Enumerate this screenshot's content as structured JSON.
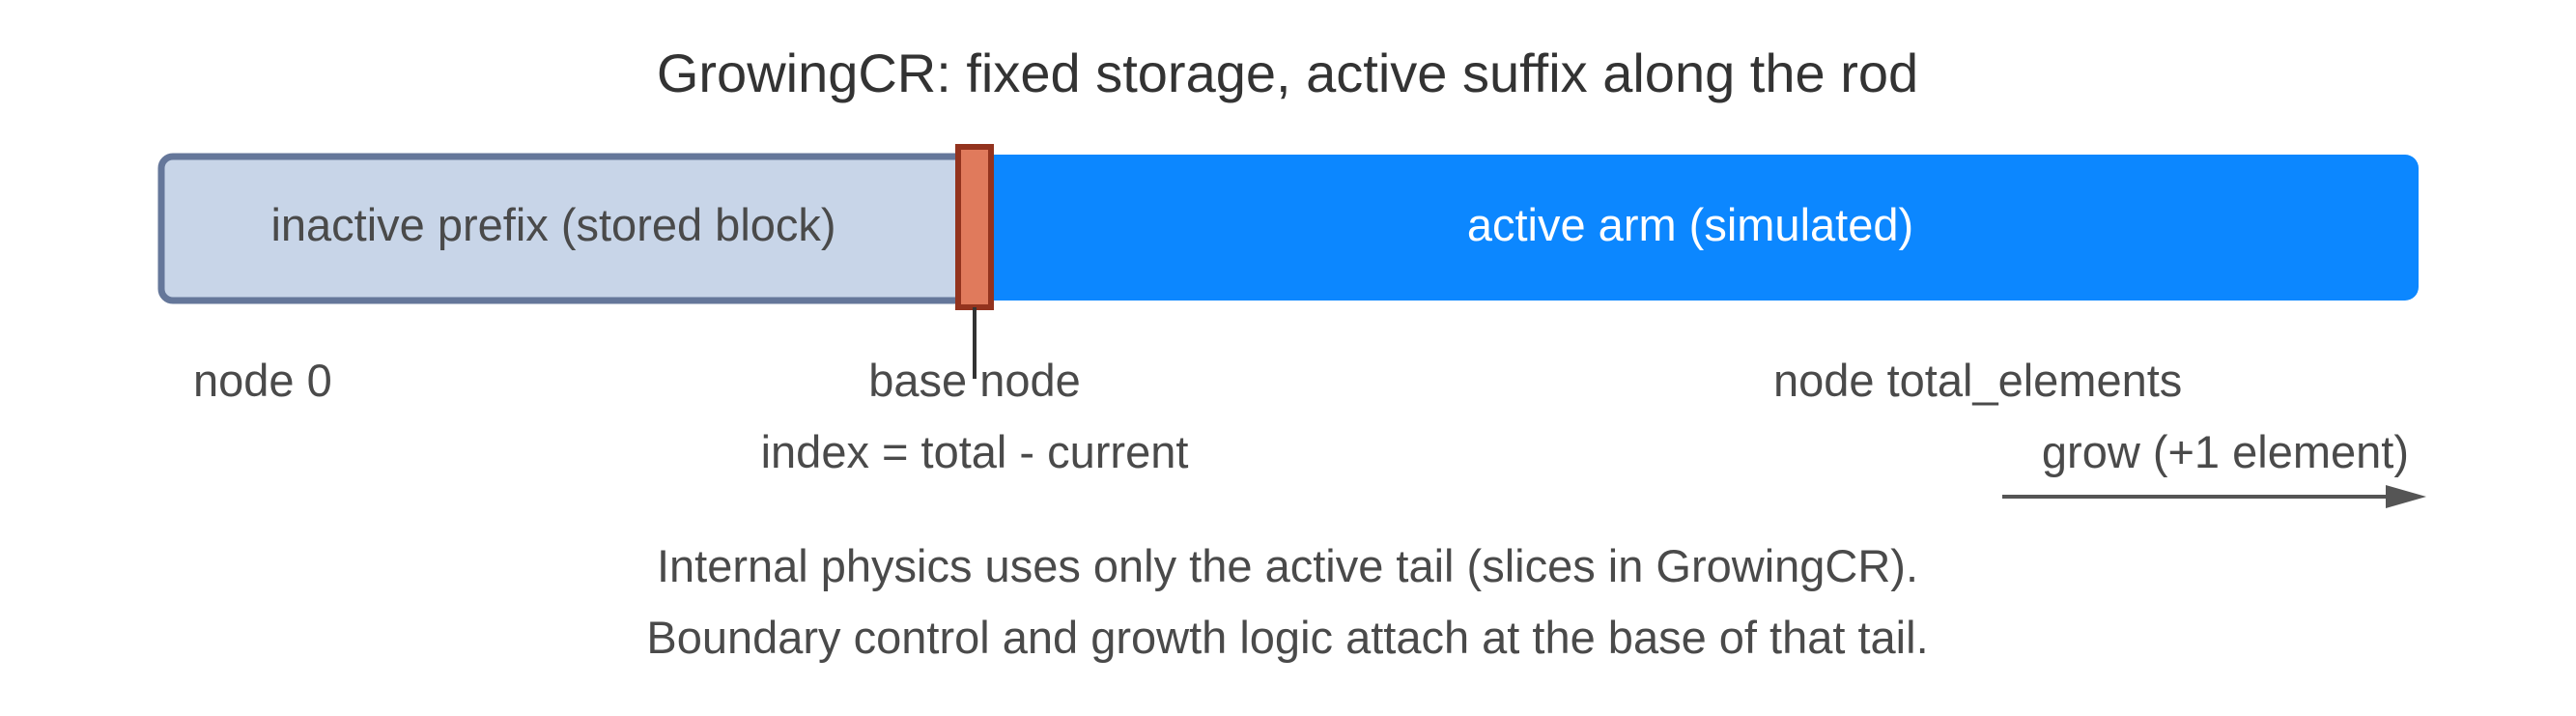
{
  "diagram": {
    "title": "GrowingCR: fixed storage, active suffix along the rod",
    "rod": {
      "inactive_label": "inactive prefix (stored block)",
      "active_label": "active arm (simulated)"
    },
    "nodes": {
      "start_label": "node 0",
      "base_label": "base node",
      "base_index_label": "index = total - current",
      "end_label": "node total_elements"
    },
    "grow": {
      "label": "grow (+1 element)"
    },
    "notes": [
      "Internal physics uses only the active tail (slices in GrowingCR).",
      "Boundary control and growth logic attach at the base of that tail."
    ],
    "colors": {
      "inactive_fill": "#c8d5e8",
      "inactive_stroke": "#65779a",
      "active_fill": "#0c87ff",
      "base_fill": "#e07a5c",
      "base_stroke": "#93331e",
      "text": "#4a4a4a",
      "title_text": "#333333",
      "active_text": "#ffffff",
      "arrow": "#555555"
    }
  }
}
